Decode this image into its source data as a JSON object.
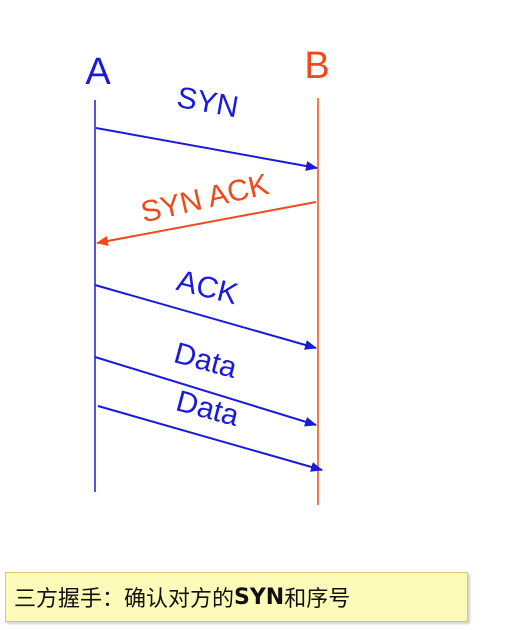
{
  "colors": {
    "blue": "#1a1adb",
    "red": "#f04a1a"
  },
  "participants": {
    "left": "A",
    "right": "B"
  },
  "messages": [
    {
      "label": "SYN",
      "direction": "A-to-B"
    },
    {
      "label": "SYN ACK",
      "direction": "B-to-A"
    },
    {
      "label": "ACK",
      "direction": "A-to-B"
    },
    {
      "label": "Data",
      "direction": "A-to-B"
    },
    {
      "label": "Data",
      "direction": "A-to-B"
    }
  ],
  "caption": {
    "prefix": "三方握手：确认对方的",
    "bold": "SYN",
    "suffix": "和序号"
  }
}
